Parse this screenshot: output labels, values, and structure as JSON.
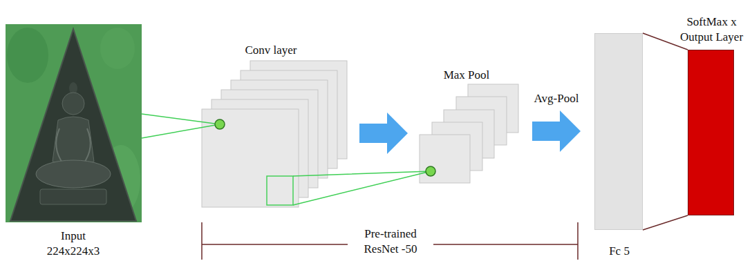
{
  "diagram": {
    "nodes": [
      {
        "text": [
          "Input 224x224x3"
        ]
      },
      {
        "text": [
          "Conv layer"
        ]
      },
      {
        "text": [
          "Max Pool"
        ]
      },
      {
        "text": [
          "Fc 5"
        ]
      },
      {
        "text": [
          "SoftMax x Output Layer"
        ]
      }
    ],
    "edges": [
      {
        "from": 0,
        "to": 1,
        "arrow": "none"
      },
      {
        "from": 1,
        "to": 2,
        "arrow": "none"
      },
      {
        "from": 1,
        "to": 2,
        "arrow": "to"
      },
      {
        "from": 2,
        "to": 3,
        "arrow": "to",
        "label": "Avg-Pool"
      },
      {
        "from": 3,
        "to": 4,
        "arrow": "none"
      }
    ],
    "labels": [
      "Pre-trained ResNet -50"
    ]
  }
}
